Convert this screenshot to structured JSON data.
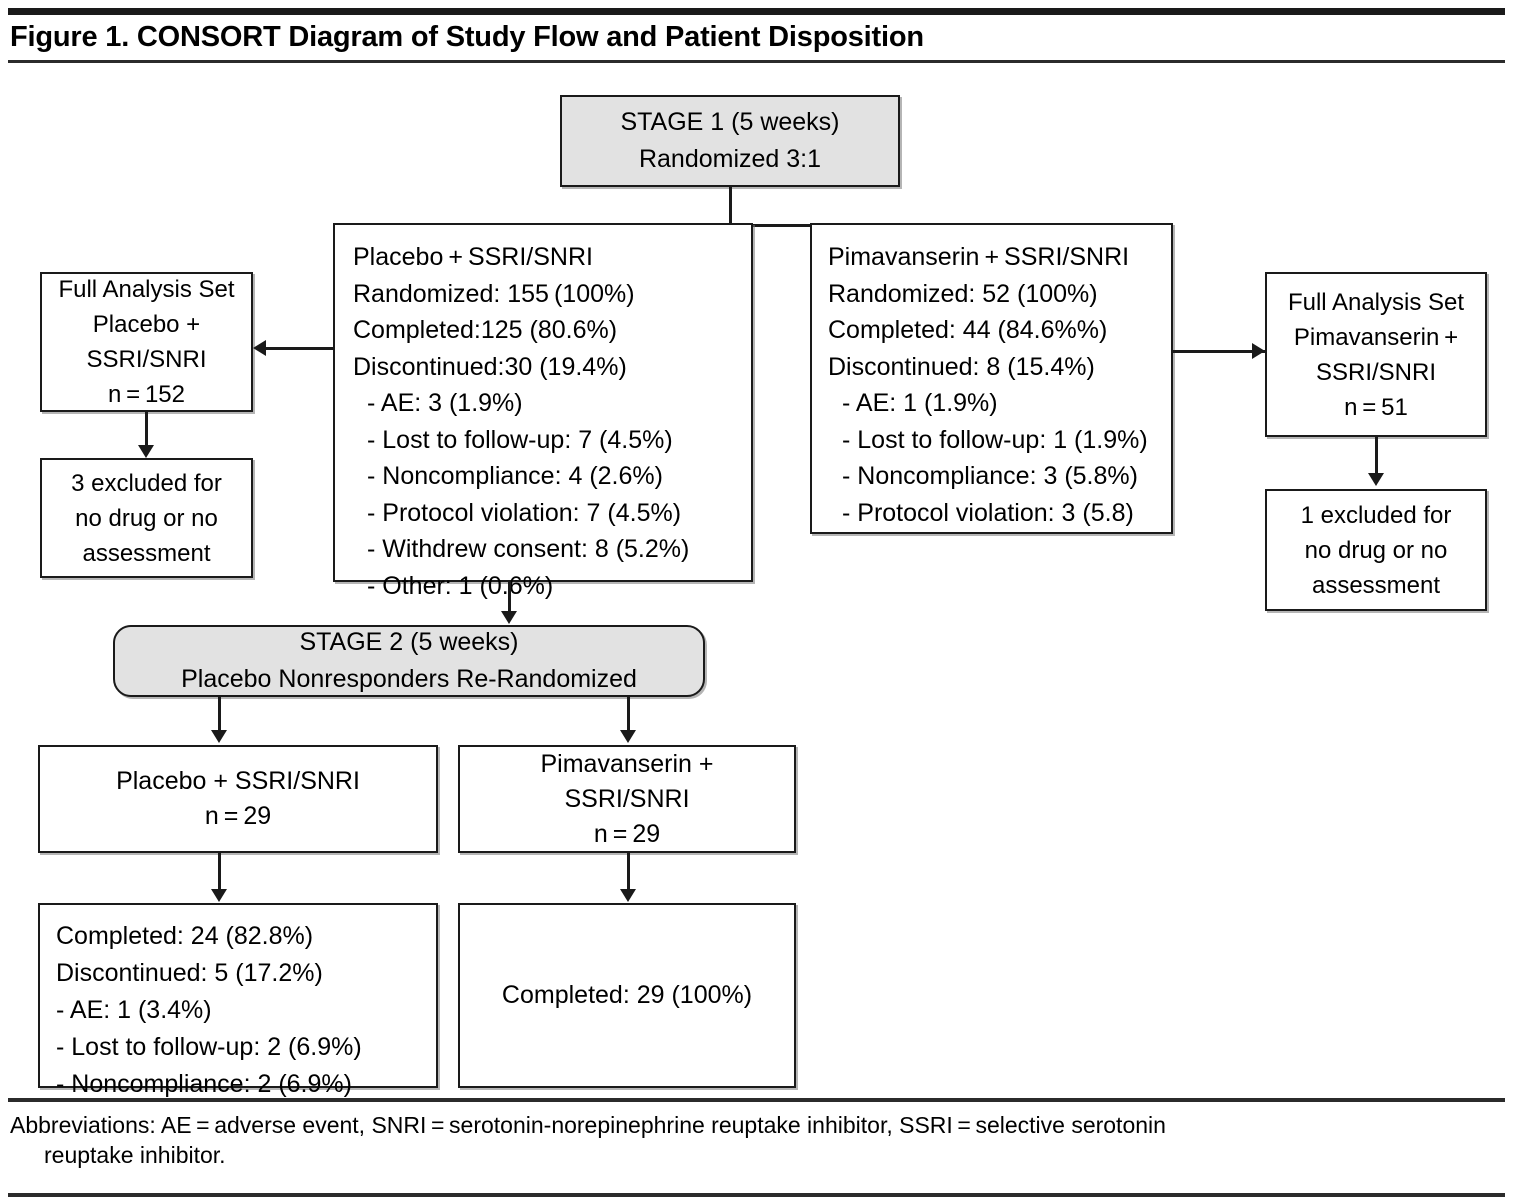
{
  "figure": {
    "title": "Figure 1. CONSORT Diagram of Study Flow and Patient Disposition",
    "footnote_line1": "Abbreviations: AE = adverse event, SNRI = serotonin-norepinephrine reuptake inhibitor, SSRI = selective serotonin",
    "footnote_line2": "reuptake inhibitor.",
    "colors": {
      "shaded_box_fill": "#e2e2e2",
      "box_border": "#1a1a1a",
      "rule": "#2b2b2b",
      "page_background": "#ffffff"
    }
  },
  "stage1": {
    "line1": "STAGE 1 (5 weeks)",
    "line2": "Randomized 3:1"
  },
  "placebo_arm": {
    "lines": [
      "Placebo + SSRI/SNRI",
      "Randomized: 155 (100%)",
      "Completed:125 (80.6%)",
      "Discontinued:30 (19.4%)"
    ],
    "reasons": [
      "-  AE: 3 (1.9%)",
      "- Lost to follow-up: 7 (4.5%)",
      "- Noncompliance: 4 (2.6%)",
      "- Protocol violation: 7 (4.5%)",
      "- Withdrew consent: 8 (5.2%)",
      "- Other: 1 (0.6%)"
    ]
  },
  "pimavanserin_arm": {
    "lines": [
      "Pimavanserin + SSRI/SNRI",
      "Randomized: 52 (100%)",
      "Completed: 44 (84.6%%)",
      "Discontinued: 8 (15.4%)"
    ],
    "reasons": [
      "-  AE: 1 (1.9%)",
      "- Lost to follow-up: 1 (1.9%)",
      "- Noncompliance: 3 (5.8%)",
      "- Protocol violation: 3 (5.8)"
    ]
  },
  "fas_placebo": {
    "lines": [
      "Full Analysis Set",
      "Placebo +",
      "SSRI/SNRI",
      "n = 152"
    ]
  },
  "fas_pimavanserin": {
    "lines": [
      "Full Analysis Set",
      "Pimavanserin +",
      "SSRI/SNRI",
      "n = 51"
    ]
  },
  "excluded_placebo": {
    "lines": [
      "3 excluded for",
      "no drug or no",
      "assessment"
    ]
  },
  "excluded_pimavanserin": {
    "lines": [
      "1 excluded for",
      "no drug or no",
      "assessment"
    ]
  },
  "stage2": {
    "line1": "STAGE 2 (5 weeks)",
    "line2": "Placebo Nonresponders Re-Randomized"
  },
  "stage2_placebo": {
    "lines": [
      "Placebo + SSRI/SNRI",
      "n = 29"
    ]
  },
  "stage2_pimavanserin": {
    "lines": [
      "Pimavanserin +",
      "SSRI/SNRI",
      "n = 29"
    ]
  },
  "stage2_placebo_results": {
    "lines": [
      "Completed: 24 (82.8%)",
      "Discontinued: 5 (17.2%)",
      "- AE: 1 (3.4%)",
      "- Lost to follow-up: 2 (6.9%)",
      "- Noncompliance: 2 (6.9%)"
    ]
  },
  "stage2_pimavanserin_results": {
    "lines": [
      "Completed: 29 (100%)"
    ]
  }
}
